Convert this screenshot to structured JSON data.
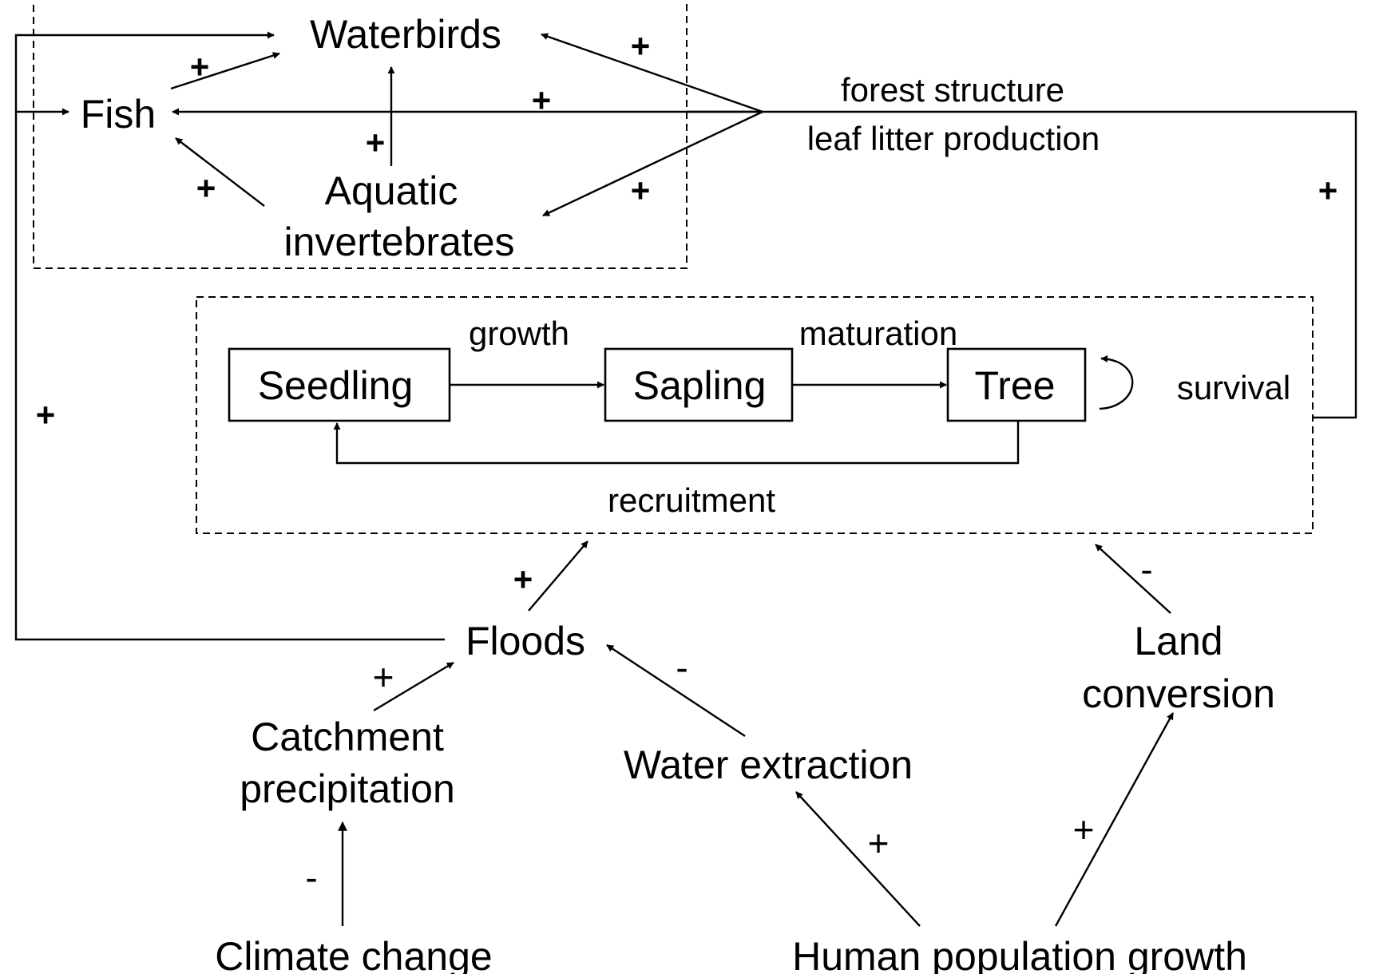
{
  "nodes": {
    "waterbirds": "Waterbirds",
    "fish": "Fish",
    "aquatic_1": "Aquatic",
    "aquatic_2": "invertebrates",
    "forest_structure": "forest structure",
    "leaf_litter": "leaf litter production",
    "seedling": "Seedling",
    "sapling": "Sapling",
    "tree": "Tree",
    "floods": "Floods",
    "land_conv_1": "Land",
    "land_conv_2": "conversion",
    "catchment_1": "Catchment",
    "catchment_2": "precipitation",
    "water_extraction": "Water extraction",
    "climate_change": "Climate change",
    "human_pop": "Human population growth"
  },
  "edge_labels": {
    "growth": "growth",
    "maturation": "maturation",
    "survival": "survival",
    "recruitment": "recruitment"
  },
  "signs": {
    "fish_to_waterbirds": "+",
    "forest_to_waterbirds": "+",
    "forest_to_fish": "+",
    "invert_to_waterbirds": "+",
    "invert_to_fish": "+",
    "forest_to_invert": "+",
    "tree_to_forest": "+",
    "floods_to_fish": "+",
    "floods_to_veg": "+",
    "land_to_veg": "-",
    "catchment_to_floods": "+",
    "extraction_to_floods": "-",
    "climate_to_catchment": "-",
    "human_to_extraction": "+",
    "human_to_land": "+"
  }
}
